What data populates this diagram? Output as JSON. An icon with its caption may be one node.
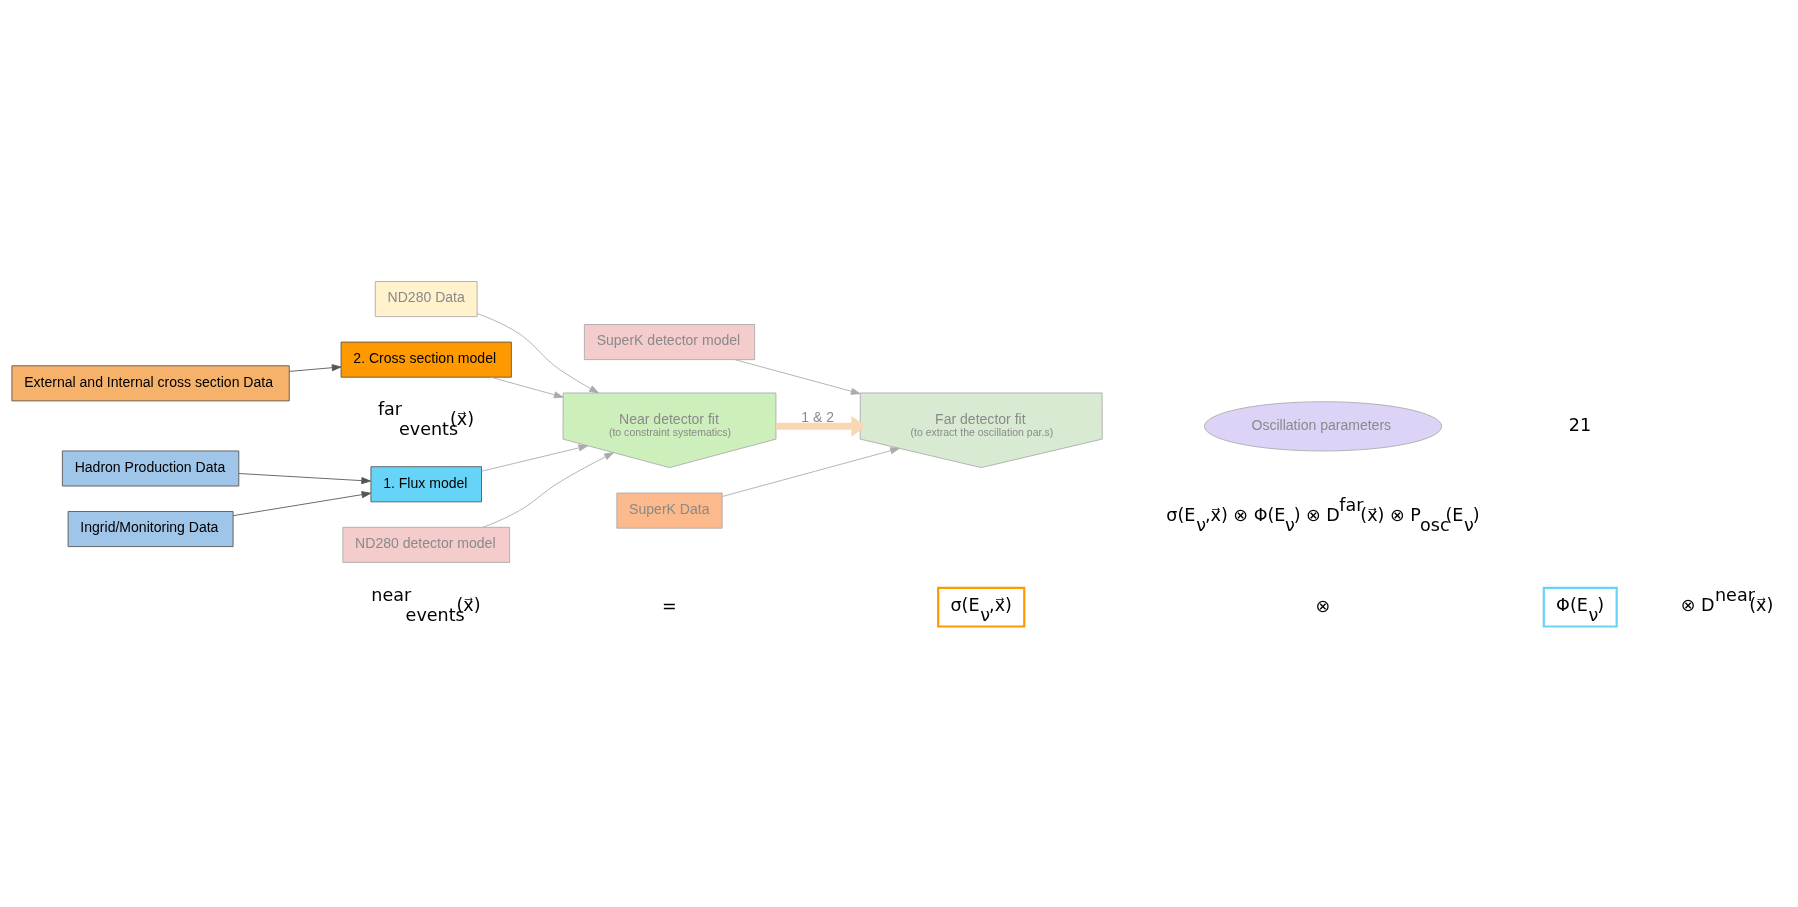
{
  "diagram": {
    "nodes": [
      {
        "text": [
          "Hadron Production Data"
        ]
      },
      {
        "text": [
          "Ingrid/Monitoring Data"
        ]
      },
      {
        "text": [
          "External and Internal cross section Data"
        ]
      },
      {
        "text": [
          "1. Flux model"
        ]
      },
      {
        "text": [
          "2. Cross section model"
        ]
      },
      {
        "text": [
          "ND280 detector model"
        ]
      },
      {
        "text": [
          "ND280 Data"
        ]
      },
      {
        "text": [
          "Near detector fit",
          "(to constraint systematics)"
        ]
      },
      {
        "text": [
          "SuperK Data"
        ]
      },
      {
        "text": [
          "Far detector fit",
          "(to extract the oscillation par.s)"
        ]
      },
      {
        "text": [
          "SuperK detector model"
        ]
      },
      {
        "text": [
          "Oscillation parameters"
        ]
      },
      {
        "text": [
          "σ(E$_{ν}$,x⃗)"
        ]
      },
      {
        "text": [
          "Φ(E$_{ν}$)"
        ]
      }
    ],
    "edges": [
      {
        "from": 0,
        "to": 3,
        "arrow": "to",
        "color": "#555555"
      },
      {
        "from": 1,
        "to": 3,
        "arrow": "to",
        "color": "#555555"
      },
      {
        "from": 2,
        "to": 4,
        "arrow": "to",
        "color": "#555555"
      },
      {
        "from": 3,
        "to": 7,
        "arrow": "to"
      },
      {
        "from": 4,
        "to": 7,
        "arrow": "to"
      },
      {
        "from": 5,
        "to": 7,
        "arrow": "to"
      },
      {
        "from": 6,
        "to": 7,
        "arrow": "to"
      },
      {
        "from": 7,
        "to": 9,
        "arrow": "to",
        "label": "1 & 2",
        "style": "thick",
        "color": "#f8d7b4"
      },
      {
        "from": 8,
        "to": 9,
        "arrow": "to"
      },
      {
        "from": 10,
        "to": 9,
        "arrow": "to"
      }
    ],
    "labels": [
      "$^{far}$$_{events}$(x⃗)",
      "$^{near}$$_{events}$(x⃗)",
      "=",
      "σ(E$_{ν}$,x⃗) ⊗ Φ(E$_{ν}$) ⊗ D$^{far}$(x⃗) ⊗ P$_{osc}$(E$_{ν}$)",
      "⊗",
      "⊗ D$^{near}$(x⃗)",
      "21"
    ]
  }
}
